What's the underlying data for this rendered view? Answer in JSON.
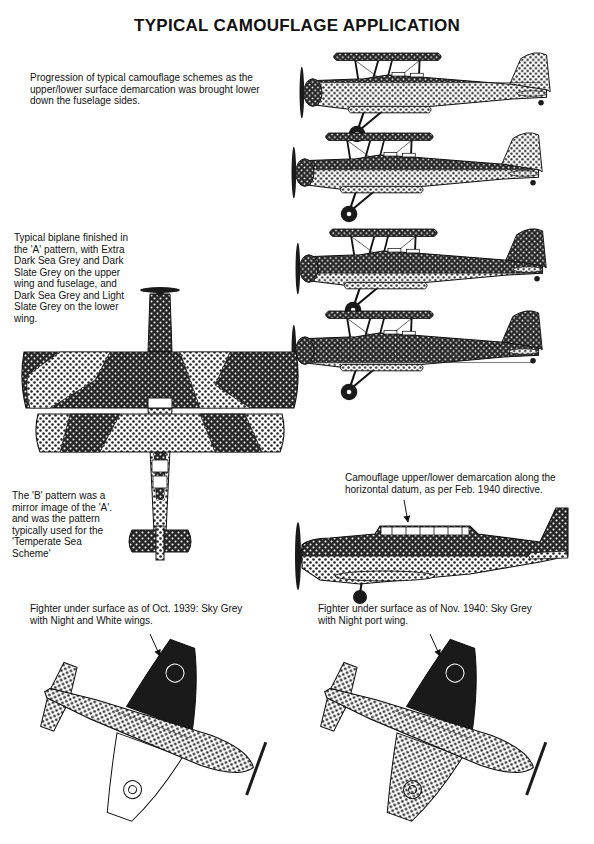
{
  "diagram": {
    "title": "TYPICAL CAMOUFLAGE APPLICATION",
    "labels": [
      "Progression of typical camouflage schemes as the upper/lower surface demarcation was brought lower down the fuselage sides.",
      "Typical biplane finished in the 'A' pattern, with Extra Dark Sea Grey and Dark Slate Grey on the upper wing and fuselage, and Dark Sea Grey and Light Slate Grey on the lower wing.",
      "The 'B' pattern was a mirror image of the 'A'. and was the pattern typically used for the 'Temperate Sea Scheme'",
      "Camouflage upper/lower demarcation along the horizontal datum, as per Feb. 1940 directive.",
      "Fighter under surface as of Oct. 1939: Sky Grey with Night and White wings.",
      "Fighter under surface as of Nov. 1940: Sky Grey with Night port wing."
    ]
  }
}
